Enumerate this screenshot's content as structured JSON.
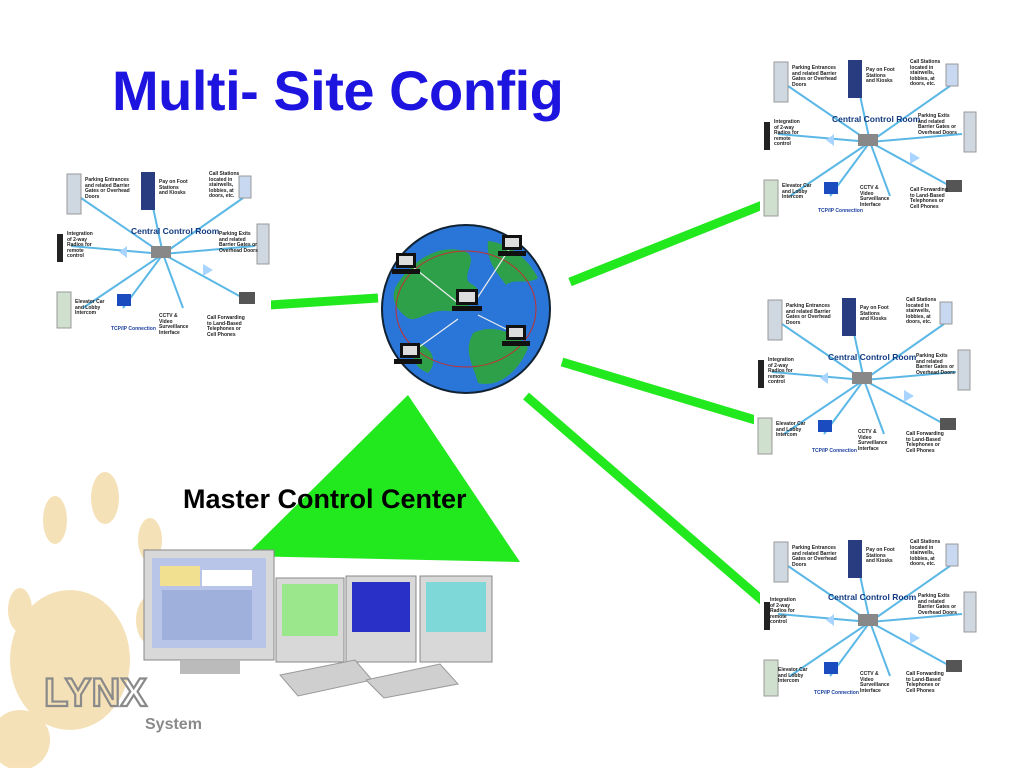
{
  "title": "Multi- Site Config",
  "master_label": "Master Control Center",
  "site": {
    "ccr": "Central Control Room",
    "parking_entrances": "Parking Entrances\nand related Barrier\nGates or Overhead\nDoors",
    "pay_on_foot": "Pay on Foot\nStations\nand Kiosks",
    "call_stations": "Call Stations\nlocated in\nstairwells,\nlobbies, at\ndoors, etc.",
    "radio": "Integration\nof 2-way\nRadios for\nremote\ncontrol",
    "parking_exits": "Parking Exits\nand related\nBarrier Gates or\nOverhead Doors",
    "elevator": "Elevator Car\nand Lobby\nIntercom",
    "tcpip": "TCP/IP Connection",
    "cctv": "CCTV &\nVideo\nSurveillance\nInterface",
    "call_forwarding": "Call Forwarding\nto Land-Based\nTelephones or\nCell Phones"
  },
  "logo": {
    "brand": "LYNX",
    "sub": "System"
  },
  "colors": {
    "title": "#1e14e0",
    "link": "#22e81e",
    "ccr_line": "#5bb8e6",
    "globe_ocean": "#2a76d8",
    "globe_land": "#2fa04a"
  }
}
